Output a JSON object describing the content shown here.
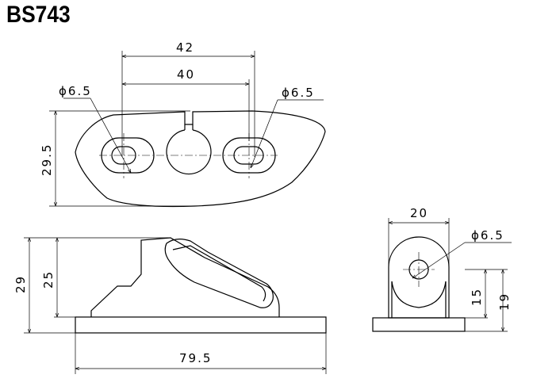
{
  "title": "BS743",
  "colors": {
    "line": "#000000",
    "background": "#ffffff"
  },
  "top_view": {
    "dim_overall_width": "42",
    "dim_hole_spacing": "40",
    "dim_height": "29.5",
    "hole_left": "ϕ6.5",
    "hole_right": "ϕ6.5"
  },
  "side_view": {
    "dim_total_height": "29",
    "dim_height": "25",
    "dim_length": "79.5"
  },
  "end_view": {
    "dim_width": "20",
    "hole": "ϕ6.5",
    "dim_center_height": "15",
    "dim_height": "19"
  }
}
